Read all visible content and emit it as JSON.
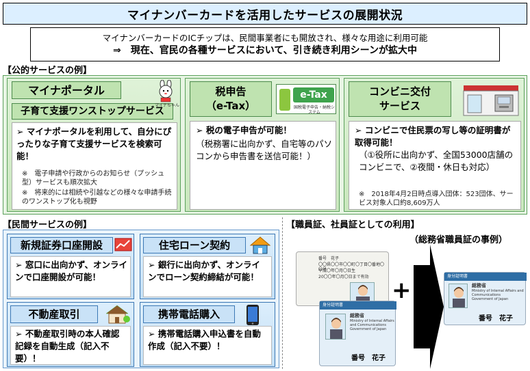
{
  "title": "マイナンバーカードを活用したサービスの展開状況",
  "intro": {
    "line1": "マイナンバーカードのICチップは、民間事業者にも開放され、様々な用途に利用可能",
    "line2": "⇒　現在、官民の各種サービスにおいて、引き続き利用シーンが拡大中"
  },
  "public_section": {
    "label": "【公的サービスの例】",
    "mynaportal": {
      "title": "マイナポータル",
      "subtitle": "子育て支援ワンストップサービス",
      "mascot_caption": "マイナちゃん",
      "bullet": "➢ マイナポータルを利用して、自分にぴったりな子育て支援サービスを検索可能！",
      "note1": "※　電子申請や行政からのお知らせ（プッシュ型）サービスも順次拡大",
      "note2": "※　将来的には相続や引越などの様々な申請手続のワンストップ化も視野"
    },
    "etax": {
      "title": "税申告\n（e-Tax）",
      "logo_text": "e-Tax",
      "logo_caption": "国税電子申告・納税システム",
      "bullet": "➢ 税の電子申告が可能！",
      "detail": "（税務署に出向かず、自宅等のパソコンから申告書を送信可能！）"
    },
    "konbini": {
      "title": "コンビニ交付\nサービス",
      "bullet": "➢ コンビニで住民票の写し等の証明書が取得可能！",
      "detail": "（①役所に出向かず、全国53000店舗のコンビニで、②夜間・休日も対応）",
      "note": "※　2018年4月2日時点導入団体：523団体、サービス対象人口約8,609万人"
    }
  },
  "private_section": {
    "label": "【民間サービスの例】",
    "items": [
      {
        "title": "新規証券口座開設",
        "text": "➢ 窓口に出向かず、オンラインで口座開設が可能！"
      },
      {
        "title": "住宅ローン契約",
        "text": "➢ 銀行に出向かず、オンラインでローン契約締結が可能！"
      },
      {
        "title": "不動産取引",
        "text": "➢ 不動産取引時の本人確認記録を自動生成（記入不要）！"
      },
      {
        "title": "携帯電話購入",
        "text": "➢ 携帯電話購入申込書を自動作成（記入不要）！"
      }
    ]
  },
  "id_section": {
    "label": "【職員証、社員証としての利用】",
    "sublabel": "（総務省職員証の事例）",
    "plus": "+",
    "card_number_label": "番号　花子",
    "card_org": "総務省",
    "card_org_en": "Ministry of Internal Affairs and Communications",
    "card_org_en2": "Government of Japan",
    "card_header": "身分証明書",
    "card_name": "番号　花子",
    "card_addr": "〇〇県〇〇市〇〇町〇丁目〇番地〇〇号",
    "card_dob": "平成〇年〇月〇日生",
    "card_expiry": "20〇〇年〇月〇日まで有効"
  },
  "colors": {
    "title_bg": "#dcefff",
    "green_header": "#bfe3b0",
    "blue_header": "#c9e2f7"
  }
}
